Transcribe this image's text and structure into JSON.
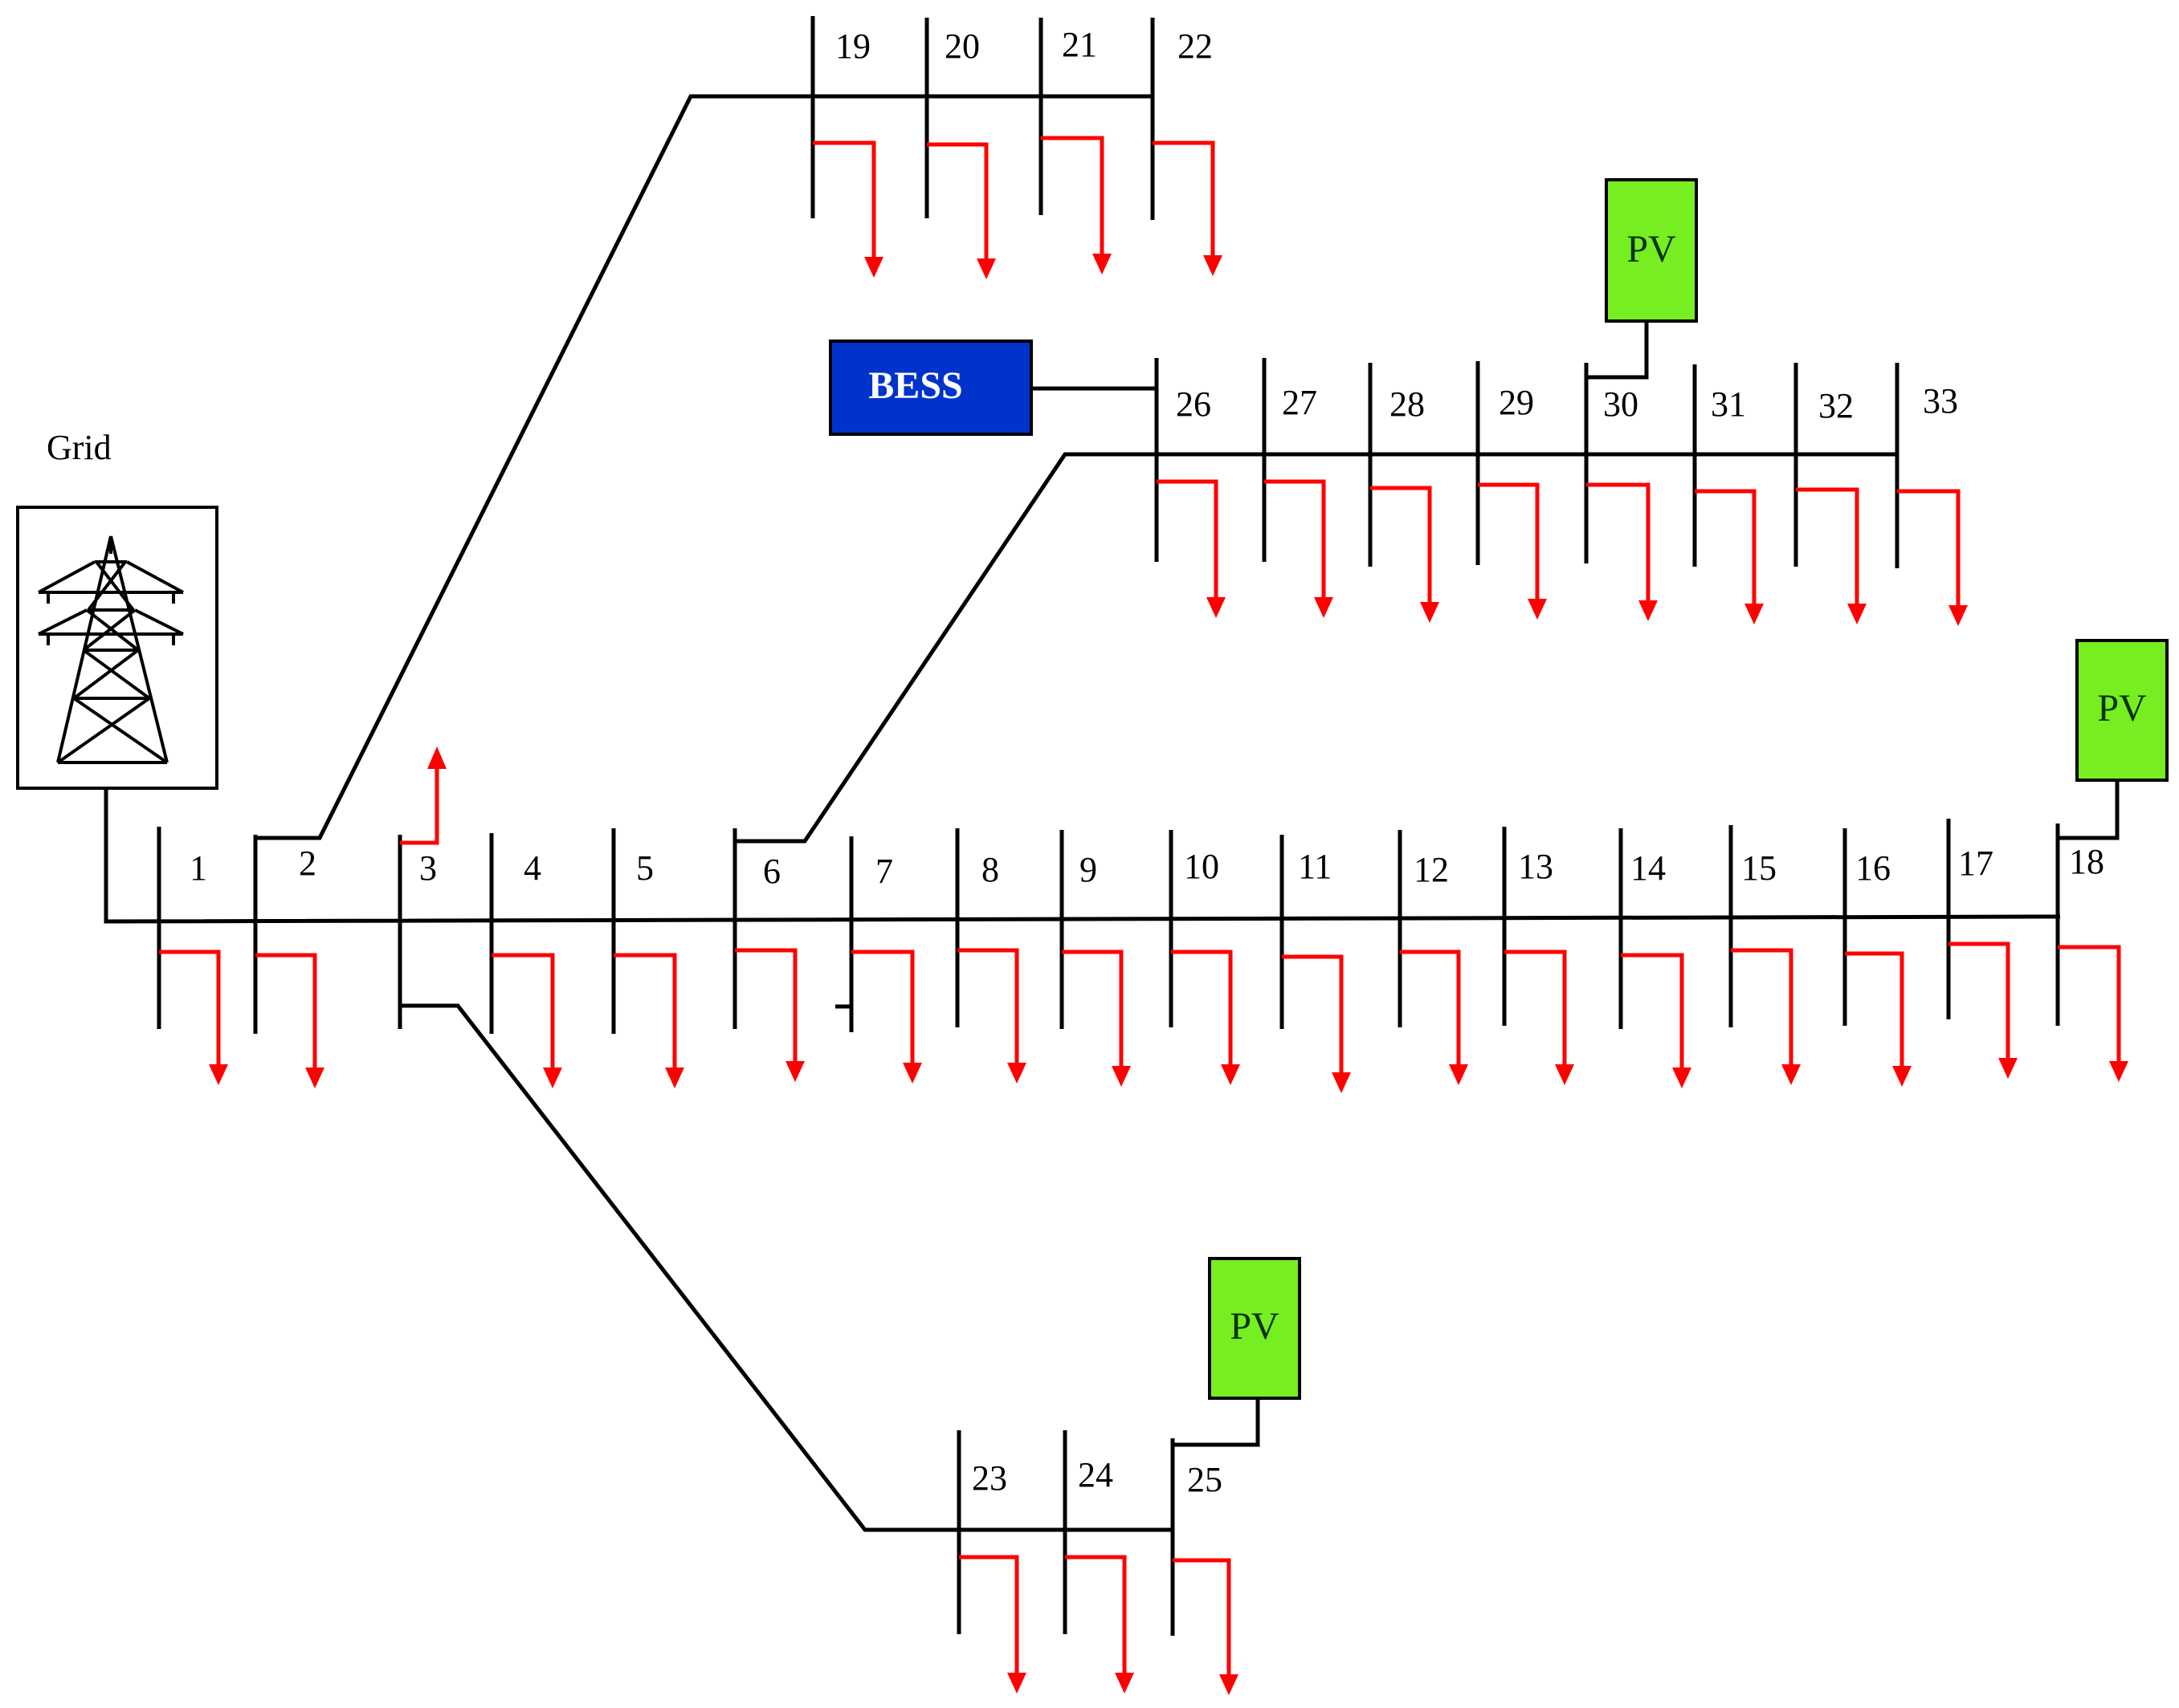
{
  "grid": {
    "label": "Grid"
  },
  "bess": {
    "label": "BESS",
    "color": "#0033cc"
  },
  "pv": {
    "label": "PV",
    "color": "#77ee22"
  },
  "colors": {
    "line": "#000000",
    "load": "#ff0000"
  },
  "icons": {
    "grid": "transmission-tower-icon",
    "load": "load-arrow-icon"
  },
  "buses": {
    "main": [
      "1",
      "2",
      "3",
      "4",
      "5",
      "6",
      "7",
      "8",
      "9",
      "10",
      "11",
      "12",
      "13",
      "14",
      "15",
      "16",
      "17",
      "18"
    ],
    "top_branch": [
      "19",
      "20",
      "21",
      "22"
    ],
    "mid_branch": [
      "26",
      "27",
      "28",
      "29",
      "30",
      "31",
      "32",
      "33"
    ],
    "bottom_branch": [
      "23",
      "24",
      "25"
    ]
  }
}
